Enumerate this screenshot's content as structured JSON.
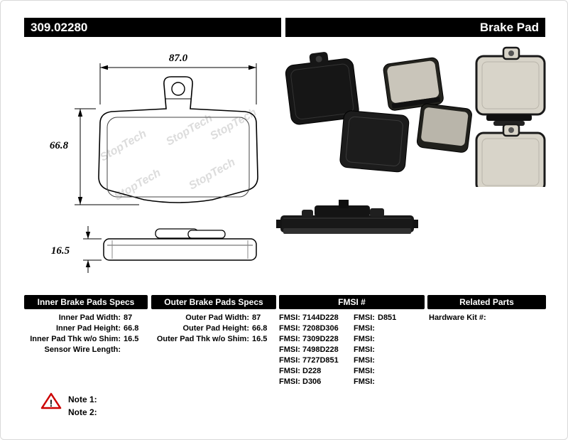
{
  "header": {
    "part_number": "309.02280",
    "title": "Brake Pad"
  },
  "drawing": {
    "watermark": "StopTech",
    "front": {
      "width_dim": "87.0",
      "height_dim": "66.8"
    },
    "side": {
      "thickness_dim": "16.5"
    }
  },
  "specs": {
    "inner": {
      "header": "Inner Brake Pads Specs",
      "rows": [
        {
          "label": "Inner Pad Width:",
          "value": "87"
        },
        {
          "label": "Inner Pad Height:",
          "value": "66.8"
        },
        {
          "label": "Inner Pad Thk w/o Shim:",
          "value": "16.5"
        },
        {
          "label": "Sensor Wire Length:",
          "value": ""
        }
      ]
    },
    "outer": {
      "header": "Outer Brake Pads Specs",
      "rows": [
        {
          "label": "Outer Pad Width:",
          "value": "87"
        },
        {
          "label": "Outer Pad Height:",
          "value": "66.8"
        },
        {
          "label": "Outer Pad Thk w/o Shim:",
          "value": "16.5"
        }
      ]
    },
    "fmsi": {
      "header": "FMSI #",
      "label": "FMSI:",
      "rows": [
        {
          "l": "7144D228",
          "r": "D851"
        },
        {
          "l": "7208D306",
          "r": ""
        },
        {
          "l": "7309D228",
          "r": ""
        },
        {
          "l": "7498D228",
          "r": ""
        },
        {
          "l": "7727D851",
          "r": ""
        },
        {
          "l": "D228",
          "r": ""
        },
        {
          "l": "D306",
          "r": ""
        }
      ]
    },
    "related": {
      "header": "Related Parts",
      "rows": [
        {
          "label": "Hardware Kit #:",
          "value": ""
        }
      ]
    }
  },
  "notes": {
    "warning_mark": "!",
    "note1": "Note 1:",
    "note2": "Note 2:"
  },
  "colors": {
    "header_bg": "#000000",
    "header_text": "#ffffff",
    "warning_red": "#cc0000"
  }
}
